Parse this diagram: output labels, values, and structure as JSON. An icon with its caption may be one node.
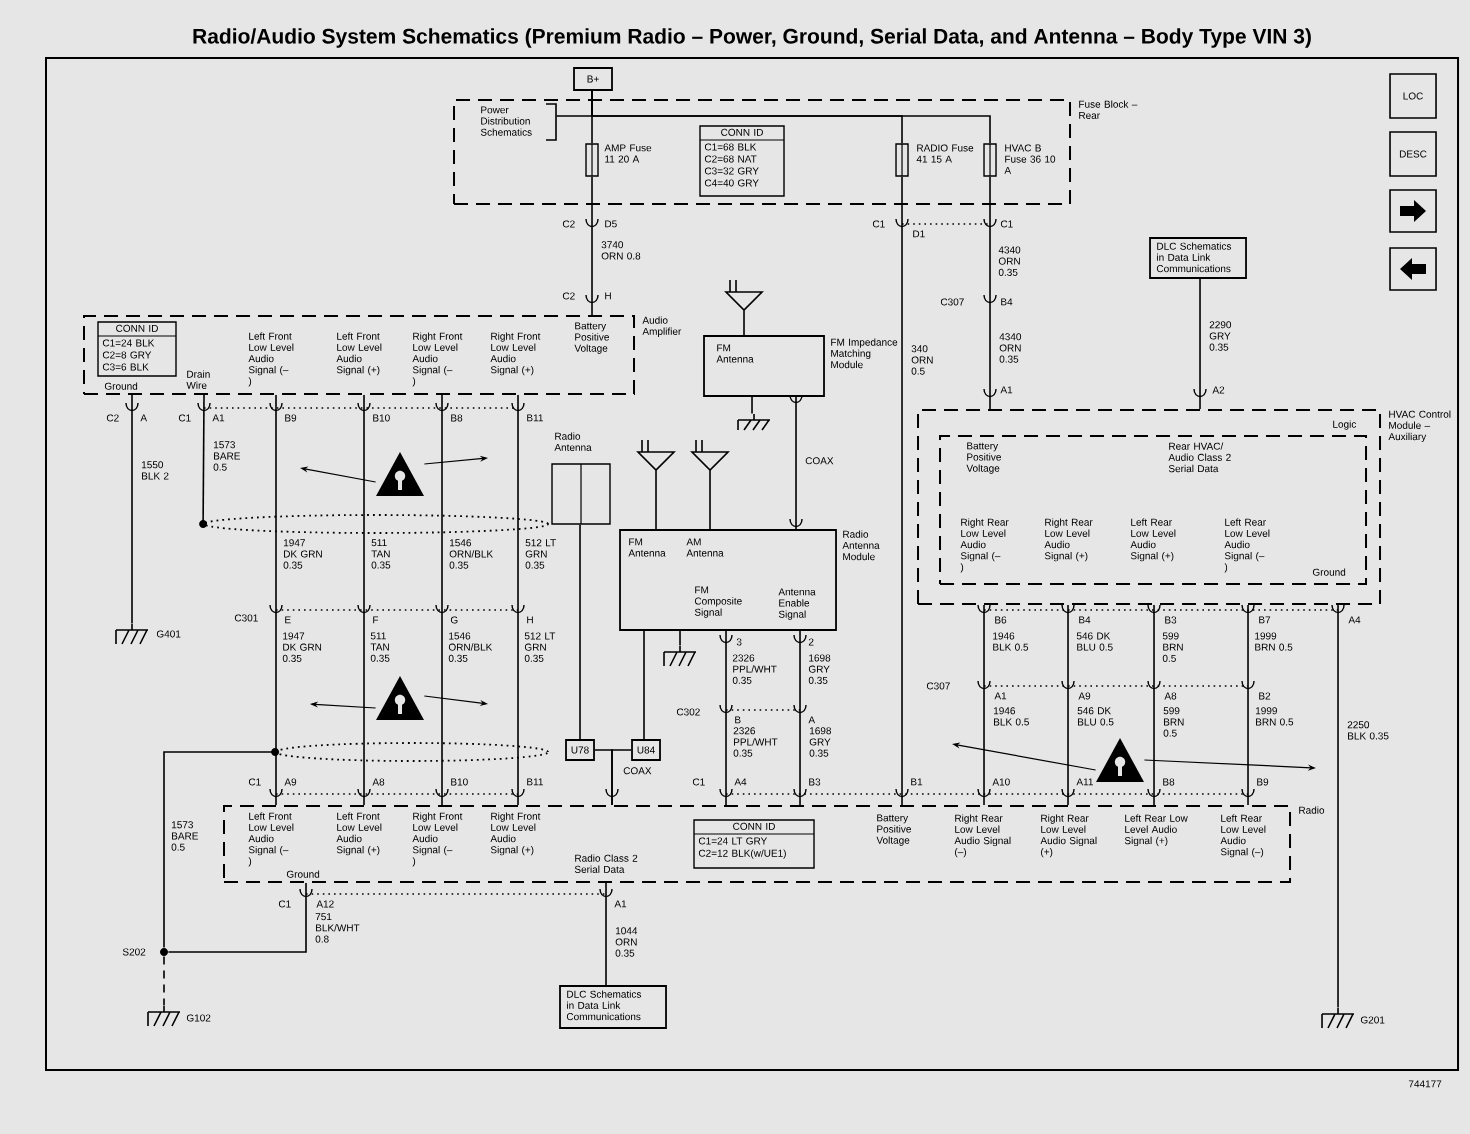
{
  "diagram": {
    "title": "Radio/Audio System Schematics (Premium Radio – Power, Ground, Serial Data, and Antenna – Body Type VIN 3)",
    "nodes": [
      {
        "text": [
          "B+"
        ]
      },
      {
        "text": [
          "Fuse Block – Rear"
        ]
      },
      {
        "text": [
          "Power Distribution Schematics"
        ],
        "in": 1
      },
      {
        "text": [
          "CONN ID",
          "C1=68 BLK",
          "C2=68 NAT",
          "C3=32 GRY",
          "C4=40 GRY"
        ],
        "in": 1
      },
      {
        "text": [],
        "shape": "box",
        "beside": [
          "AMP Fuse 11 20 A"
        ],
        "in": 1
      },
      {
        "text": [],
        "shape": "box",
        "beside": [
          "RADIO Fuse 41 15 A"
        ],
        "in": 1
      },
      {
        "text": [],
        "shape": "box",
        "beside": [
          "HVAC B Fuse 36 10 A"
        ],
        "in": 1
      },
      {
        "text": [
          "Audio Amplifier"
        ]
      },
      {
        "text": [
          "CONN ID",
          "C1=24 BLK",
          "C2=8 GRY",
          "C3=6 BLK"
        ],
        "in": 7
      },
      {
        "text": [
          "FM Antenna"
        ],
        "beside": [
          "FM Impedance Matching Module"
        ]
      },
      {
        "text": [
          "FM Antenna",
          "AM Antenna",
          "FM Composite Signal",
          "Antenna Enable Signal",
          "Radio Antenna Module"
        ],
        "beside": [
          "3",
          "2"
        ]
      },
      {
        "text": [],
        "shape": "box",
        "beside": [
          "Radio Antenna"
        ]
      },
      {
        "text": [
          "DLC Schematics in Data Link Communications"
        ]
      },
      {
        "text": [
          "HVAC Control Module – Auxiliary"
        ]
      },
      {
        "text": [
          "Logic"
        ],
        "in": 13
      },
      {
        "text": [
          "Radio"
        ]
      },
      {
        "text": [
          "CONN ID",
          "C1=24 LT GRY",
          "C2=12 BLK(w/UE1)"
        ],
        "in": 15
      },
      {
        "text": [
          "DLC Schematics in Data Link Communications"
        ]
      },
      {
        "text": [
          "U78"
        ]
      },
      {
        "text": [
          "U84"
        ]
      },
      {
        "text": [],
        "shape": "ground",
        "beside": [
          "G401"
        ]
      },
      {
        "text": [],
        "shape": "circle",
        "beside": [
          "S202"
        ]
      },
      {
        "text": [],
        "shape": "ground",
        "beside": [
          "G102"
        ]
      },
      {
        "text": [],
        "shape": "ground",
        "beside": [
          "G201"
        ]
      },
      {
        "text": [],
        "shape": "ground"
      },
      {
        "text": [],
        "shape": "ground"
      },
      {
        "text": [],
        "shape": "ellipse"
      },
      {
        "text": [],
        "shape": "ellipse"
      },
      {
        "text": [],
        "shape": "triangle"
      },
      {
        "text": [],
        "shape": "triangle"
      },
      {
        "text": [],
        "shape": "triangle"
      }
    ],
    "edges": [
      {
        "from": 0,
        "to": 4,
        "arrow": "none"
      },
      {
        "from": 0,
        "to": 5,
        "arrow": "none"
      },
      {
        "from": 0,
        "to": 6,
        "arrow": "none"
      },
      {
        "from": 2,
        "to": 0,
        "arrow": "none"
      },
      {
        "from": 4,
        "to": 7,
        "arrow": "none",
        "label": "3740 ORN 0.8"
      },
      {
        "from": 5,
        "to": 15,
        "arrow": "none",
        "label": "340 ORN 0.5"
      },
      {
        "from": 6,
        "to": 13,
        "arrow": "none",
        "label": "4340 ORN 0.35"
      },
      {
        "from": 12,
        "to": 13,
        "arrow": "none",
        "label": "2290 GRY 0.35"
      },
      {
        "from": 7,
        "to": 20,
        "arrow": "none",
        "label": "1550 BLK 2"
      },
      {
        "from": 7,
        "to": 26,
        "arrow": "none",
        "label": "1573 BARE 0.5"
      },
      {
        "from": 15,
        "to": 21,
        "arrow": "none",
        "label": "751 BLK/WHT 0.8"
      },
      {
        "from": 21,
        "to": 22,
        "arrow": "none",
        "style": "dashed"
      },
      {
        "from": 15,
        "to": 17,
        "arrow": "none",
        "label": "1044 ORN 0.35"
      },
      {
        "from": 13,
        "to": 23,
        "arrow": "none",
        "label": "2250 BLK 0.35"
      },
      {
        "from": 7,
        "to": 15,
        "arrow": "none",
        "label": "1947 DK GRN 0.35"
      },
      {
        "from": 7,
        "to": 15,
        "arrow": "none",
        "label": "511 TAN 0.35"
      },
      {
        "from": 7,
        "to": 15,
        "arrow": "none",
        "label": "1546 ORN/BLK 0.35"
      },
      {
        "from": 7,
        "to": 15,
        "arrow": "none",
        "label": "512 LT GRN 0.35"
      },
      {
        "from": 13,
        "to": 15,
        "arrow": "none",
        "label": "1946 BLK 0.5"
      },
      {
        "from": 13,
        "to": 15,
        "arrow": "none",
        "label": "546 DK BLU 0.5"
      },
      {
        "from": 13,
        "to": 15,
        "arrow": "none",
        "label": "599 BRN 0.5"
      },
      {
        "from": 13,
        "to": 15,
        "arrow": "none",
        "label": "1999 BRN 0.5"
      },
      {
        "from": 9,
        "to": 10,
        "arrow": "none",
        "label": "COAX"
      },
      {
        "from": 9,
        "to": 24,
        "arrow": "none"
      },
      {
        "from": 10,
        "to": 25,
        "arrow": "none"
      },
      {
        "from": 10,
        "to": 15,
        "arrow": "none",
        "label": "2326 PPL/WHT 0.35"
      },
      {
        "from": 10,
        "to": 15,
        "arrow": "none",
        "label": "1698 GRY 0.35"
      },
      {
        "from": 11,
        "to": 18,
        "arrow": "none"
      },
      {
        "from": 10,
        "to": 19,
        "arrow": "none"
      },
      {
        "from": 18,
        "to": 15,
        "arrow": "none"
      },
      {
        "from": 19,
        "to": 15,
        "arrow": "none",
        "label": "COAX"
      },
      {
        "from": 27,
        "to": 21,
        "arrow": "none",
        "label": "1573 BARE 0.5"
      },
      {
        "from": 28,
        "to": null,
        "arrow": "to"
      },
      {
        "from": 28,
        "to": null,
        "arrow": "to"
      },
      {
        "from": 29,
        "to": null,
        "arrow": "to"
      },
      {
        "from": 29,
        "to": null,
        "arrow": "to"
      },
      {
        "from": 30,
        "to": null,
        "arrow": "to"
      },
      {
        "from": 30,
        "to": null,
        "arrow": "to"
      }
    ],
    "labels": [
      "C2",
      "D5",
      "C2",
      "H",
      "Battery Positive Voltage",
      "Ground",
      "Drain Wire",
      "Left Front Low Level Audio Signal (–)",
      "Left Front Low Level Audio Signal (+)",
      "Right Front Low Level Audio Signal (–)",
      "Right Front Low Level Audio Signal (+)",
      "C2",
      "A",
      "C1",
      "A1",
      "B9",
      "B10",
      "B8",
      "B11",
      "C301",
      "E",
      "F",
      "G",
      "H",
      "1947 DK GRN 0.35",
      "511 TAN 0.35",
      "1546 ORN/BLK 0.35",
      "512 LT GRN 0.35",
      "C1",
      "A9",
      "A8",
      "B10",
      "B11",
      "Left Front Low Level Audio Signal (–)",
      "Left Front Low Level Audio Signal (+)",
      "Right Front Low Level Audio Signal (–)",
      "Right Front Low Level Audio Signal (+)",
      "Ground",
      "C1",
      "A12",
      "Radio Class 2 Serial Data",
      "A1",
      "C1",
      "A4",
      "B3",
      "B1",
      "A10",
      "A11",
      "B8",
      "B9",
      "Battery Positive Voltage",
      "Right Rear Low Level Audio Signal (–)",
      "Right Rear Low Level Audio Signal (+)",
      "Left Rear Low Level Audio Signal (+)",
      "Left Rear Low Level Audio Signal (–)",
      "C1",
      "D1",
      "C1",
      "4340 ORN 0.35",
      "C307",
      "B4",
      "A1",
      "A2",
      "Battery Positive Voltage",
      "Rear HVAC/ Audio Class 2 Serial Data",
      "Right Rear Low Level Audio Signal (–)",
      "Right Rear Low Level Audio Signal (+)",
      "Left Rear Low Level Audio Signal (+)",
      "Left Rear Low Level Audio Signal (–)",
      "Ground",
      "B6",
      "B4",
      "B3",
      "B7",
      "A4",
      "C307",
      "A1",
      "A9",
      "A8",
      "B2",
      "1946 BLK 0.5",
      "546 DK BLU 0.5",
      "599 BRN 0.5",
      "1999 BRN 0.5",
      "C302",
      "B",
      "A",
      "2326 PPL/WHT 0.35",
      "1698 GRY 0.35",
      "744177",
      "LOC",
      "DESC"
    ]
  }
}
